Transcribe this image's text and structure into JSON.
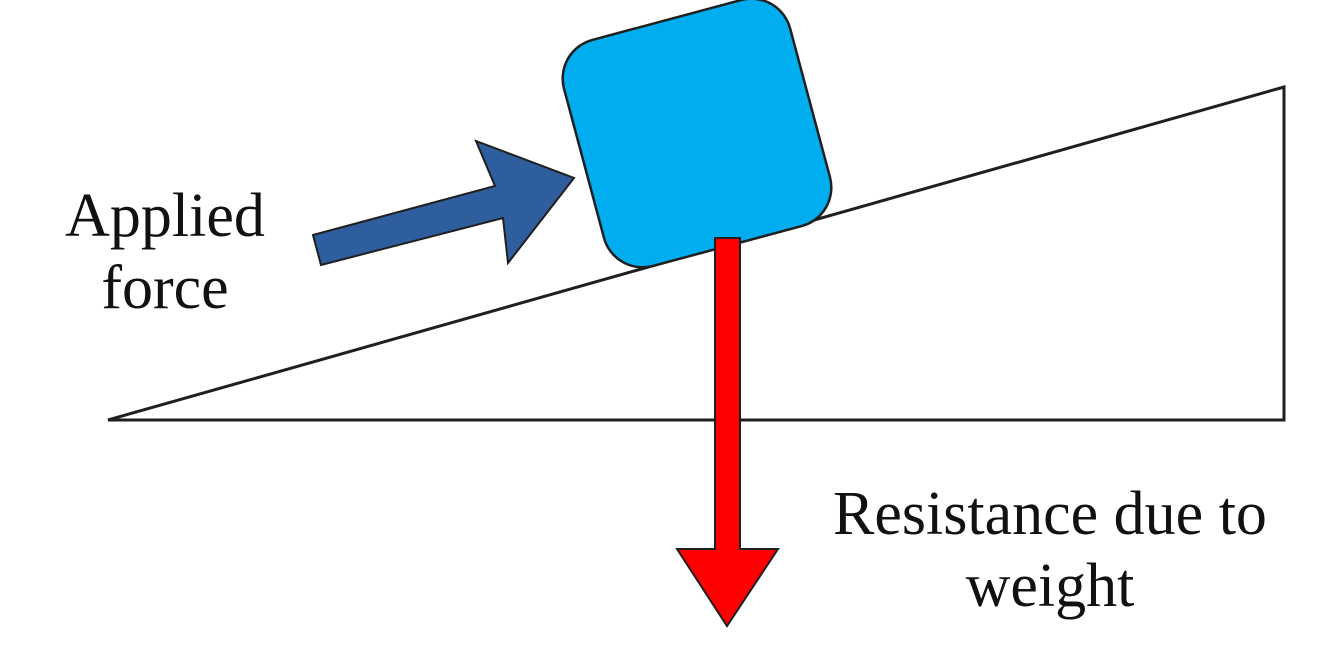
{
  "labels": {
    "applied_force": [
      "Applied",
      "force"
    ],
    "resistance": [
      "Resistance due to",
      "weight"
    ]
  },
  "colors": {
    "block_fill": "#00AEEF",
    "applied_arrow": "#2F5E9E",
    "weight_arrow": "#FF0000",
    "outline": "#1F1F1F"
  }
}
